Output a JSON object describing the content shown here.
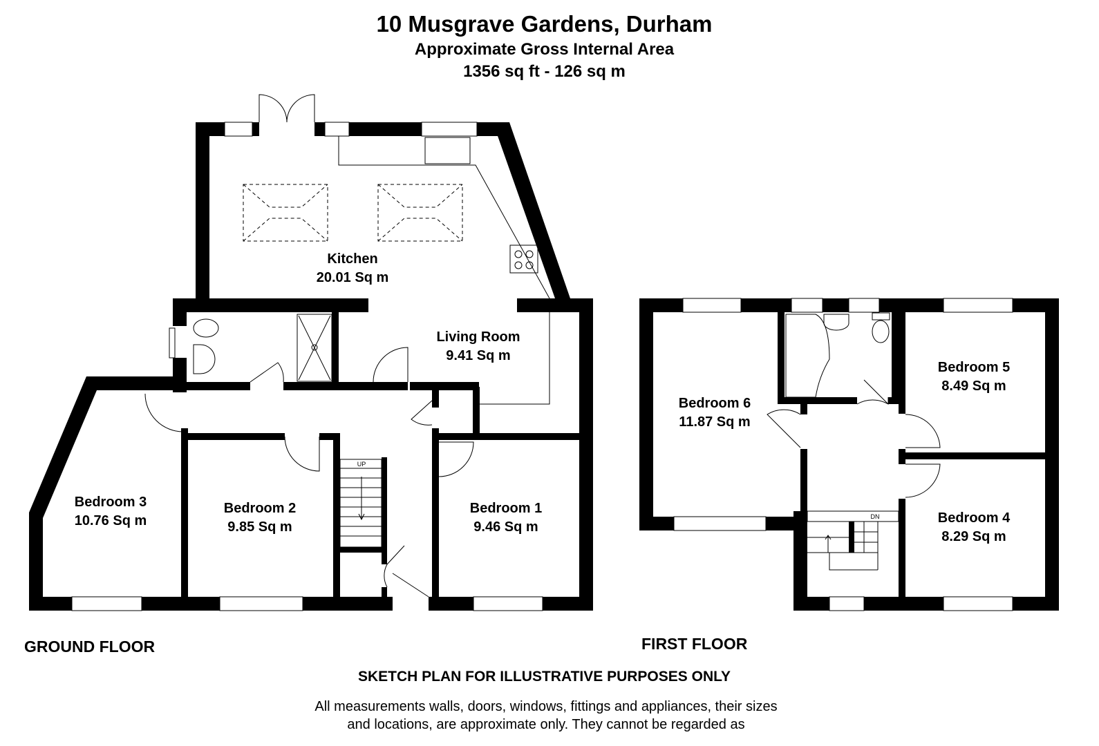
{
  "header": {
    "title": "10 Musgrave Gardens, Durham",
    "subtitle": "Approximate Gross Internal Area",
    "area": "1356 sq ft - 126 sq m"
  },
  "ground_floor": {
    "label": "GROUND FLOOR",
    "stairs_label": "UP",
    "rooms": [
      {
        "name": "Kitchen",
        "area": "20.01 Sq m"
      },
      {
        "name": "Living Room",
        "area": "9.41 Sq m"
      },
      {
        "name": "Bedroom 3",
        "area": "10.76 Sq m"
      },
      {
        "name": "Bedroom 2",
        "area": "9.85 Sq m"
      },
      {
        "name": "Bedroom 1",
        "area": "9.46 Sq m"
      }
    ]
  },
  "first_floor": {
    "label": "FIRST FLOOR",
    "stairs_label": "DN",
    "rooms": [
      {
        "name": "Bedroom 6",
        "area": "11.87 Sq m"
      },
      {
        "name": "Bedroom 5",
        "area": "8.49 Sq m"
      },
      {
        "name": "Bedroom 4",
        "area": "8.29 Sq m"
      }
    ]
  },
  "footer": {
    "notice": "SKETCH PLAN FOR ILLUSTRATIVE PURPOSES ONLY",
    "disclaimer": "All measurements walls, doors, windows, fittings and appliances, their sizes and locations, are approximate only. They cannot be regarded as"
  }
}
